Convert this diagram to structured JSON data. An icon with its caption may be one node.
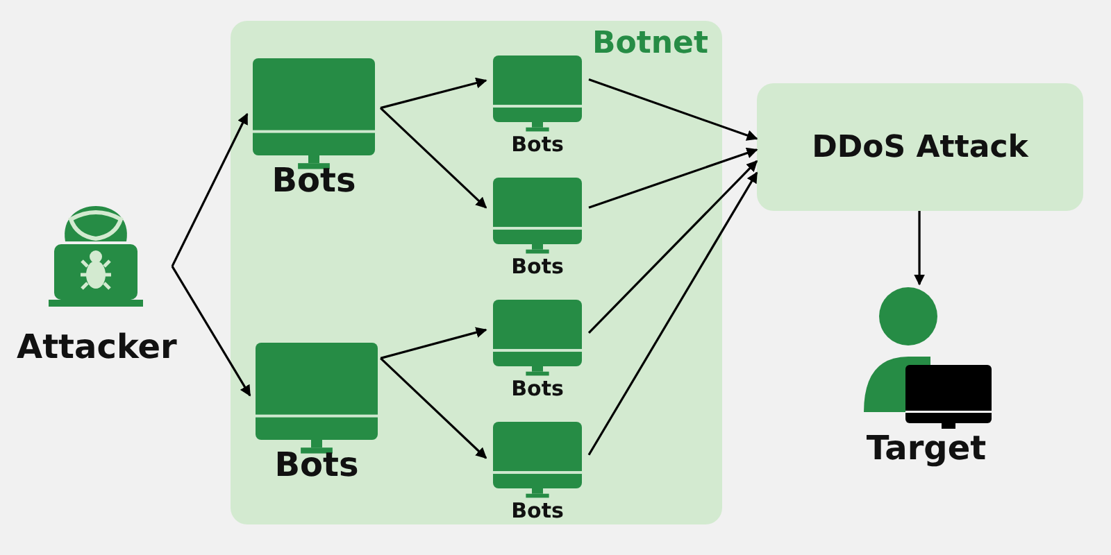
{
  "diagram": {
    "nodes": [
      {
        "text": [
          "Attacker"
        ]
      },
      {
        "text": [
          "Botnet"
        ]
      },
      {
        "text": [
          "Bots"
        ],
        "in": 1
      },
      {
        "text": [
          "Bots"
        ],
        "in": 1
      },
      {
        "text": [
          "Bots"
        ],
        "in": 1
      },
      {
        "text": [
          "Bots"
        ],
        "in": 1
      },
      {
        "text": [
          "Bots"
        ],
        "in": 1
      },
      {
        "text": [
          "Bots"
        ],
        "in": 1
      },
      {
        "text": [
          "DDoS Attack"
        ]
      },
      {
        "text": [
          "Target"
        ]
      }
    ],
    "edges": [
      {
        "from": 0,
        "to": 2,
        "arrow": "to"
      },
      {
        "from": 0,
        "to": 3,
        "arrow": "to"
      },
      {
        "from": 2,
        "to": 4,
        "arrow": "to"
      },
      {
        "from": 2,
        "to": 5,
        "arrow": "to"
      },
      {
        "from": 3,
        "to": 6,
        "arrow": "to"
      },
      {
        "from": 3,
        "to": 7,
        "arrow": "to"
      },
      {
        "from": 4,
        "to": 8,
        "arrow": "to"
      },
      {
        "from": 5,
        "to": 8,
        "arrow": "to"
      },
      {
        "from": 6,
        "to": 8,
        "arrow": "to"
      },
      {
        "from": 7,
        "to": 8,
        "arrow": "to"
      },
      {
        "from": 8,
        "to": 9,
        "arrow": "to"
      }
    ]
  }
}
